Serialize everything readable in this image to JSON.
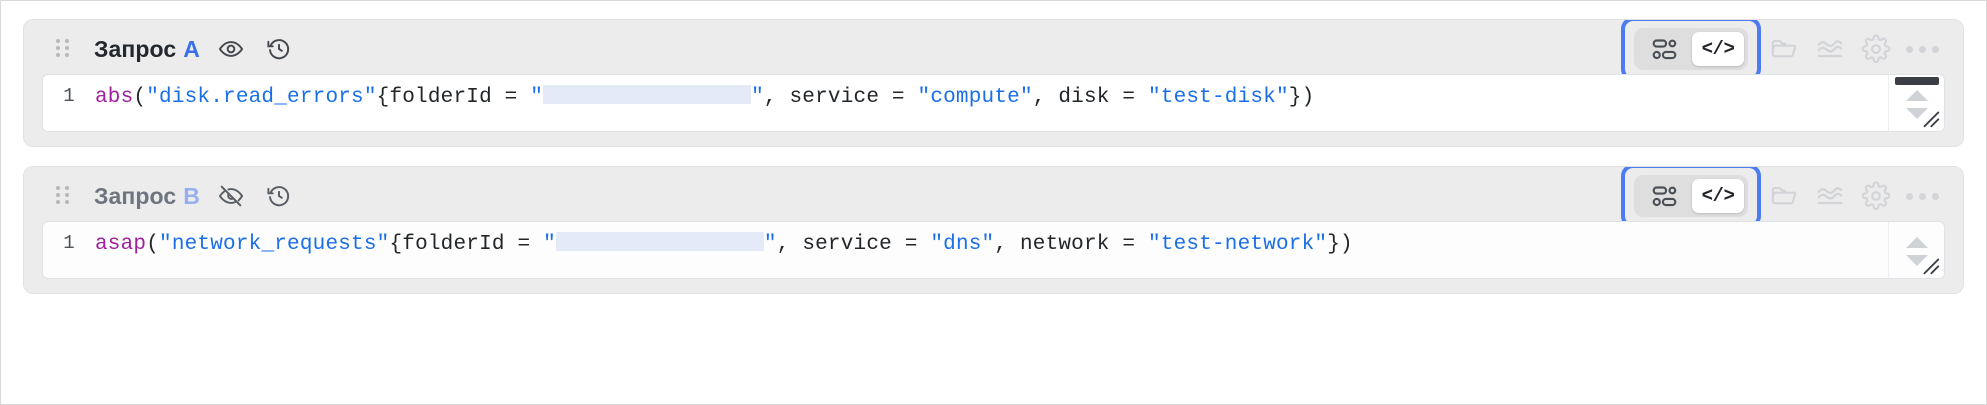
{
  "app": {
    "accent_blue": "#3b6fe8",
    "focus_ring": "#4c7cf0",
    "string_color": "#1a6fe8",
    "function_color": "#a021a0",
    "card_bg": "#ececec",
    "editor_bg": "#ffffff",
    "redaction_color": "#e5eaf8"
  },
  "queries": [
    {
      "id": "a",
      "title": "Запрос",
      "letter": "A",
      "visible": true,
      "visibility_icon": "eye-icon",
      "history_icon": "history-revert-icon",
      "drag_icon": "drag-handle-icon",
      "editor_mode": "code",
      "toggle": {
        "builder_label": "builder-view",
        "builder_icon": "blocks-icon",
        "code_label": "</>",
        "code_icon": "code-brackets-icon",
        "active": "code"
      },
      "tools": [
        {
          "name": "folder-icon",
          "label": "folder",
          "enabled": false
        },
        {
          "name": "chart-wave-icon",
          "label": "chart",
          "enabled": false
        },
        {
          "name": "gear-icon",
          "label": "settings",
          "enabled": false
        },
        {
          "name": "ellipsis-icon",
          "label": "more",
          "enabled": false
        }
      ],
      "editor": {
        "line_number": "1",
        "tokens": [
          {
            "type": "fn",
            "text": "abs"
          },
          {
            "type": "plain",
            "text": "("
          },
          {
            "type": "str",
            "text": "\"disk.read_errors\""
          },
          {
            "type": "plain",
            "text": "{folderId = "
          },
          {
            "type": "str",
            "text": "\""
          },
          {
            "type": "redacted",
            "text": ""
          },
          {
            "type": "str",
            "text": "\""
          },
          {
            "type": "plain",
            "text": ", service = "
          },
          {
            "type": "str",
            "text": "\"compute\""
          },
          {
            "type": "plain",
            "text": ", disk = "
          },
          {
            "type": "str",
            "text": "\"test-disk\""
          },
          {
            "type": "plain",
            "text": "})"
          }
        ],
        "plain_text": "abs(\"disk.read_errors\"{folderId = \"\", service = \"compute\", disk = \"test-disk\"})"
      }
    },
    {
      "id": "b",
      "title": "Запрос",
      "letter": "B",
      "visible": false,
      "visibility_icon": "eye-off-icon",
      "history_icon": "history-revert-icon",
      "drag_icon": "drag-handle-icon",
      "editor_mode": "code",
      "toggle": {
        "builder_label": "builder-view",
        "builder_icon": "blocks-icon",
        "code_label": "</>",
        "code_icon": "code-brackets-icon",
        "active": "code"
      },
      "tools": [
        {
          "name": "folder-icon",
          "label": "folder",
          "enabled": false
        },
        {
          "name": "chart-wave-icon",
          "label": "chart",
          "enabled": false
        },
        {
          "name": "gear-icon",
          "label": "settings",
          "enabled": false
        },
        {
          "name": "ellipsis-icon",
          "label": "more",
          "enabled": false
        }
      ],
      "editor": {
        "line_number": "1",
        "tokens": [
          {
            "type": "fn",
            "text": "asap"
          },
          {
            "type": "plain",
            "text": "("
          },
          {
            "type": "str",
            "text": "\"network_requests\""
          },
          {
            "type": "plain",
            "text": "{folderId = "
          },
          {
            "type": "str",
            "text": "\""
          },
          {
            "type": "redacted",
            "text": ""
          },
          {
            "type": "str",
            "text": "\""
          },
          {
            "type": "plain",
            "text": ", service = "
          },
          {
            "type": "str",
            "text": "\"dns\""
          },
          {
            "type": "plain",
            "text": ", network = "
          },
          {
            "type": "str",
            "text": "\"test-network\""
          },
          {
            "type": "plain",
            "text": "})"
          }
        ],
        "plain_text": "asap(\"network_requests\"{folderId = \"\", service = \"dns\", network = \"test-network\"})"
      }
    }
  ]
}
